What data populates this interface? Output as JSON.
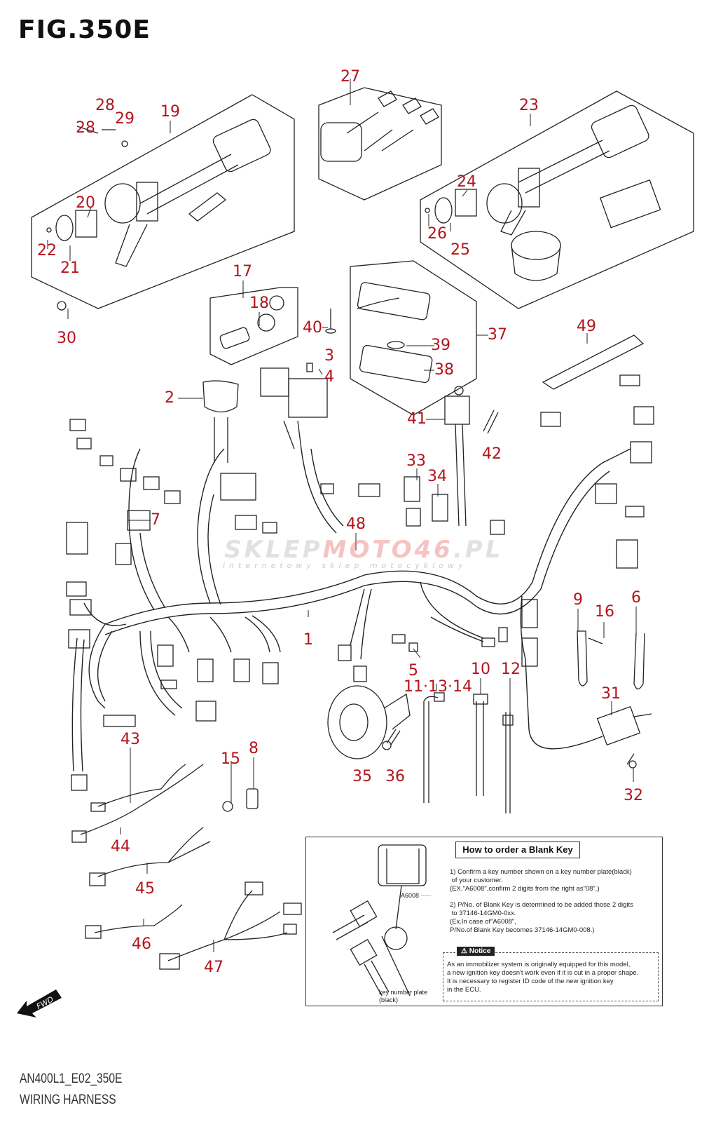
{
  "figure": {
    "title": "FIG.350E",
    "code": "AN400L1_E02_350E",
    "name": "WIRING HARNESS"
  },
  "watermark": {
    "text_a": "SKLEP",
    "text_b": "MOTO",
    "text_c": "46",
    "text_d": ".PL",
    "subtitle": "internetowy sklep motocyklowy"
  },
  "callouts": [
    {
      "id": "c1",
      "label": "1"
    },
    {
      "id": "c2",
      "label": "2"
    },
    {
      "id": "c3",
      "label": "3"
    },
    {
      "id": "c4",
      "label": "4"
    },
    {
      "id": "c5",
      "label": "5"
    },
    {
      "id": "c6",
      "label": "6"
    },
    {
      "id": "c7",
      "label": "7"
    },
    {
      "id": "c8",
      "label": "8"
    },
    {
      "id": "c9",
      "label": "9"
    },
    {
      "id": "c10",
      "label": "10"
    },
    {
      "id": "c11",
      "label": "11·13·14"
    },
    {
      "id": "c12",
      "label": "12"
    },
    {
      "id": "c15",
      "label": "15"
    },
    {
      "id": "c16",
      "label": "16"
    },
    {
      "id": "c17",
      "label": "17"
    },
    {
      "id": "c18",
      "label": "18"
    },
    {
      "id": "c19",
      "label": "19"
    },
    {
      "id": "c20",
      "label": "20"
    },
    {
      "id": "c21",
      "label": "21"
    },
    {
      "id": "c22",
      "label": "22"
    },
    {
      "id": "c23",
      "label": "23"
    },
    {
      "id": "c24",
      "label": "24"
    },
    {
      "id": "c25",
      "label": "25"
    },
    {
      "id": "c26",
      "label": "26"
    },
    {
      "id": "c27",
      "label": "27"
    },
    {
      "id": "c28a",
      "label": "28"
    },
    {
      "id": "c28b",
      "label": "28"
    },
    {
      "id": "c29",
      "label": "29"
    },
    {
      "id": "c30",
      "label": "30"
    },
    {
      "id": "c31",
      "label": "31"
    },
    {
      "id": "c32",
      "label": "32"
    },
    {
      "id": "c33",
      "label": "33"
    },
    {
      "id": "c34",
      "label": "34"
    },
    {
      "id": "c35",
      "label": "35"
    },
    {
      "id": "c36",
      "label": "36"
    },
    {
      "id": "c37",
      "label": "37"
    },
    {
      "id": "c38",
      "label": "38"
    },
    {
      "id": "c39",
      "label": "39"
    },
    {
      "id": "c40",
      "label": "40"
    },
    {
      "id": "c41",
      "label": "41"
    },
    {
      "id": "c42",
      "label": "42"
    },
    {
      "id": "c43",
      "label": "43"
    },
    {
      "id": "c44",
      "label": "44"
    },
    {
      "id": "c45",
      "label": "45"
    },
    {
      "id": "c46",
      "label": "46"
    },
    {
      "id": "c47",
      "label": "47"
    },
    {
      "id": "c48",
      "label": "48"
    },
    {
      "id": "c49",
      "label": "49"
    }
  ],
  "blank_key": {
    "title": "How to order a Blank Key",
    "step1": "1) Confirm a key number shown on a key number plate(black)\n of your customer.\n(EX.\"A6008\",confirm 2 digits from the right as\"08\".)",
    "step2": "2) P/No. of Blank Key is determined to be added those 2 digits\n to 37146-14GM0-0xx.\n(Ex.In case of\"A6008\",\nP/No.of Blank Key becomes 37146-14GM0-008.)",
    "notice_label": "⚠ Notice",
    "notice_text": "As an immobilizer system is originally equipped for this model,\na new ignition key doesn't work even if it is cut in a proper shape.\nIt is necessary to register ID code of the new ignition key\nin the ECU.",
    "plate_code": "A6008 ·····",
    "plate_label": "key number plate\n(black)"
  },
  "fwd_label": "FWD",
  "colors": {
    "callout": "#b3141b",
    "line": "#222222"
  }
}
